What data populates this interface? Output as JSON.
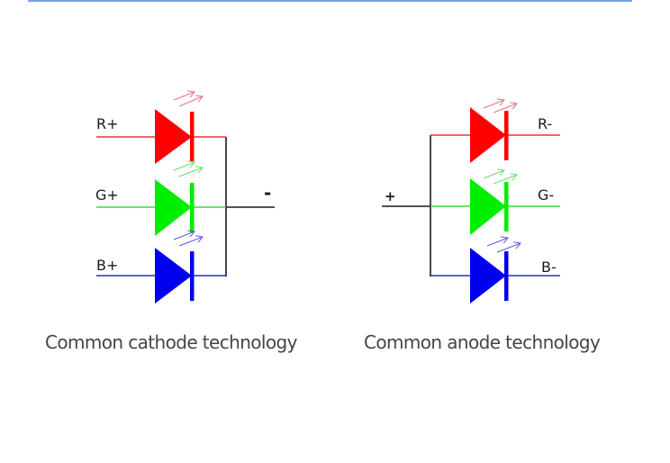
{
  "figure": {
    "accent_rule_color": "#7a9ee6",
    "wire_color_common": "#1a1a1a",
    "leds": [
      {
        "name": "red",
        "color": "#ff0000",
        "wire_color": "#e8333a",
        "arrow_color": "#f07080"
      },
      {
        "name": "green",
        "color": "#00ee00",
        "wire_color": "#33dd33",
        "arrow_color": "#66e066"
      },
      {
        "name": "blue",
        "color": "#0000ee",
        "wire_color": "#2a2ad8",
        "arrow_color": "#5a5ae0"
      }
    ],
    "common_cathode": {
      "caption": "Common cathode technology",
      "pin_labels": [
        "R+",
        "G+",
        "B+"
      ],
      "common_label": "-"
    },
    "common_anode": {
      "caption": "Common anode technology",
      "pin_labels": [
        "R-",
        "G-",
        "B-"
      ],
      "common_label": "+"
    }
  }
}
